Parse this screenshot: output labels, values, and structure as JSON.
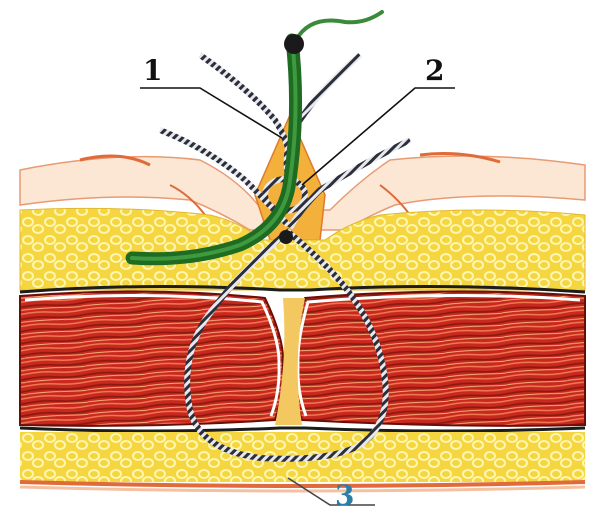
{
  "figure": {
    "callouts": [
      {
        "id": "1",
        "label": "1",
        "color": "#111111"
      },
      {
        "id": "2",
        "label": "2",
        "color": "#111111"
      },
      {
        "id": "3",
        "label": "3",
        "color": "#2a7fa8"
      }
    ],
    "colors": {
      "background": "#ffffff",
      "fat": "#f5e04a",
      "fat_cells": "#fff6a8",
      "fascia": "#f0e6d0",
      "muscle": "#d8362a",
      "muscle_dark": "#7a1408",
      "muscle_light": "#f29a6a",
      "skin_edge": "#e06a3a",
      "suture": "#2b2f3a",
      "suture_light": "#e8e8ee",
      "drain_tube": "#1e6b22",
      "drain_tip": "#3a8a3a",
      "wound_gap": "#f3b03a"
    },
    "icons": [
      "suture-loop-icon",
      "drainage-tube-icon",
      "knot-icon"
    ]
  }
}
